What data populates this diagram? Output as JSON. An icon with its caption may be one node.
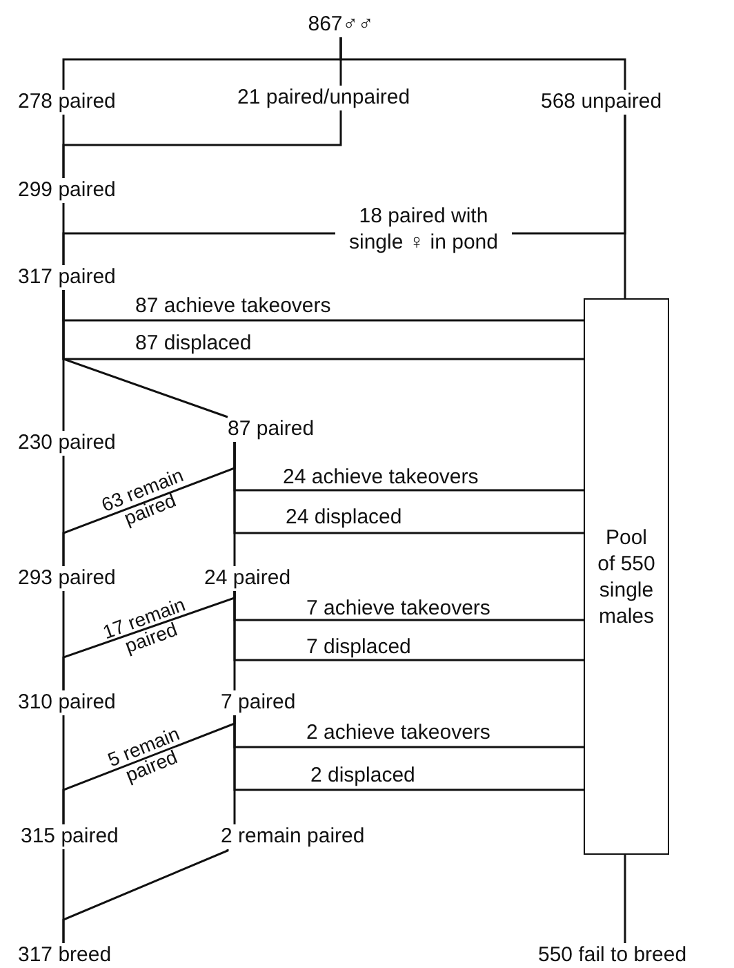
{
  "diagram": {
    "nodes": [
      {
        "text": [
          "867♂♂"
        ]
      },
      {
        "text": [
          "278 paired"
        ]
      },
      {
        "text": [
          "21 paired/unpaired"
        ]
      },
      {
        "text": [
          "568 unpaired"
        ]
      },
      {
        "text": [
          "299 paired"
        ]
      },
      {
        "text": [
          "317 paired"
        ]
      },
      {
        "text": [
          "Pool of 550 single males"
        ]
      },
      {
        "text": [
          "87 paired"
        ]
      },
      {
        "text": [
          "230 paired"
        ]
      },
      {
        "text": [
          "293 paired"
        ]
      },
      {
        "text": [
          "24 paired"
        ]
      },
      {
        "text": [
          "310 paired"
        ]
      },
      {
        "text": [
          "7 paired"
        ]
      },
      {
        "text": [
          "315 paired"
        ]
      },
      {
        "text": [
          "2 remain paired"
        ]
      },
      {
        "text": [
          "317 breed"
        ]
      },
      {
        "text": [
          "550 fail to breed"
        ]
      }
    ],
    "edges": [
      {
        "from": 0,
        "to": 1,
        "arrow": "none"
      },
      {
        "from": 0,
        "to": 2,
        "arrow": "none"
      },
      {
        "from": 0,
        "to": 3,
        "arrow": "none"
      },
      {
        "from": 1,
        "to": 4,
        "arrow": "none"
      },
      {
        "from": 2,
        "to": 4,
        "arrow": "none"
      },
      {
        "from": 4,
        "to": 5,
        "arrow": "none"
      },
      {
        "from": 3,
        "to": 5,
        "label": "18 paired with single ♀ in pond",
        "arrow": "none"
      },
      {
        "from": 3,
        "to": 6,
        "arrow": "none"
      },
      {
        "from": 6,
        "to": 5,
        "label": "87 achieve takeovers",
        "arrow": "none"
      },
      {
        "from": 5,
        "to": 6,
        "label": "87 displaced",
        "arrow": "none"
      },
      {
        "from": 5,
        "to": 7,
        "arrow": "none"
      },
      {
        "from": 5,
        "to": 8,
        "arrow": "none"
      },
      {
        "from": 7,
        "to": 9,
        "label": "63 remain paired",
        "arrow": "none"
      },
      {
        "from": 6,
        "to": 7,
        "label": "24 achieve takeovers",
        "arrow": "none"
      },
      {
        "from": 7,
        "to": 6,
        "label": "24 displaced",
        "arrow": "none"
      },
      {
        "from": 8,
        "to": 9,
        "arrow": "none"
      },
      {
        "from": 7,
        "to": 10,
        "arrow": "none"
      },
      {
        "from": 10,
        "to": 11,
        "label": "17 remain paired",
        "arrow": "none"
      },
      {
        "from": 6,
        "to": 10,
        "label": "7 achieve takeovers",
        "arrow": "none"
      },
      {
        "from": 10,
        "to": 6,
        "label": "7 displaced",
        "arrow": "none"
      },
      {
        "from": 9,
        "to": 11,
        "arrow": "none"
      },
      {
        "from": 10,
        "to": 12,
        "arrow": "none"
      },
      {
        "from": 12,
        "to": 13,
        "label": "5 remain paired",
        "arrow": "none"
      },
      {
        "from": 6,
        "to": 12,
        "label": "2 achieve takeovers",
        "arrow": "none"
      },
      {
        "from": 12,
        "to": 6,
        "label": "2 displaced",
        "arrow": "none"
      },
      {
        "from": 11,
        "to": 13,
        "arrow": "none"
      },
      {
        "from": 12,
        "to": 14,
        "arrow": "none"
      },
      {
        "from": 13,
        "to": 15,
        "arrow": "none"
      },
      {
        "from": 14,
        "to": 15,
        "arrow": "none"
      },
      {
        "from": 6,
        "to": 16,
        "arrow": "none"
      }
    ]
  }
}
